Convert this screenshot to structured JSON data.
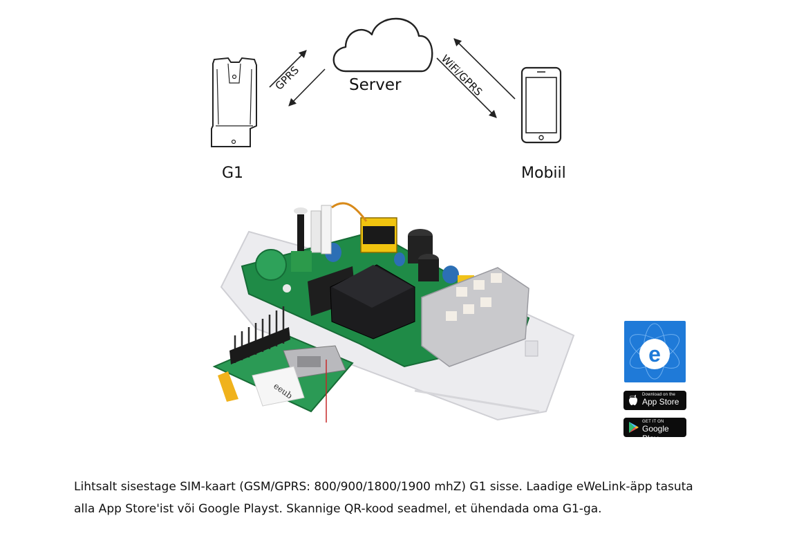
{
  "diagram": {
    "server_label": "Server",
    "device_label": "G1",
    "mobile_label": "Mobiil",
    "link_left_label": "GPRS",
    "link_right_label": "WiFi/GPRS"
  },
  "board_image": {
    "sticker_text": "eeub"
  },
  "app": {
    "tile_letter": "e",
    "tile_color": "#1f7ad8",
    "appstore_small": "Download on the",
    "appstore_big": "App Store",
    "googleplay_small": "GET IT ON",
    "googleplay_big": "Google Play"
  },
  "description": {
    "line1": "Lihtsalt sisestage SIM-kaart (GSM/GPRS: 800/900/1800/1900 mhZ) G1 sisse. Laadige eWeLink-äpp tasuta",
    "line2": "alla App Store'ist või Google Playst. Skannige QR-kood seadmel, et ühendada oma G1-ga."
  }
}
